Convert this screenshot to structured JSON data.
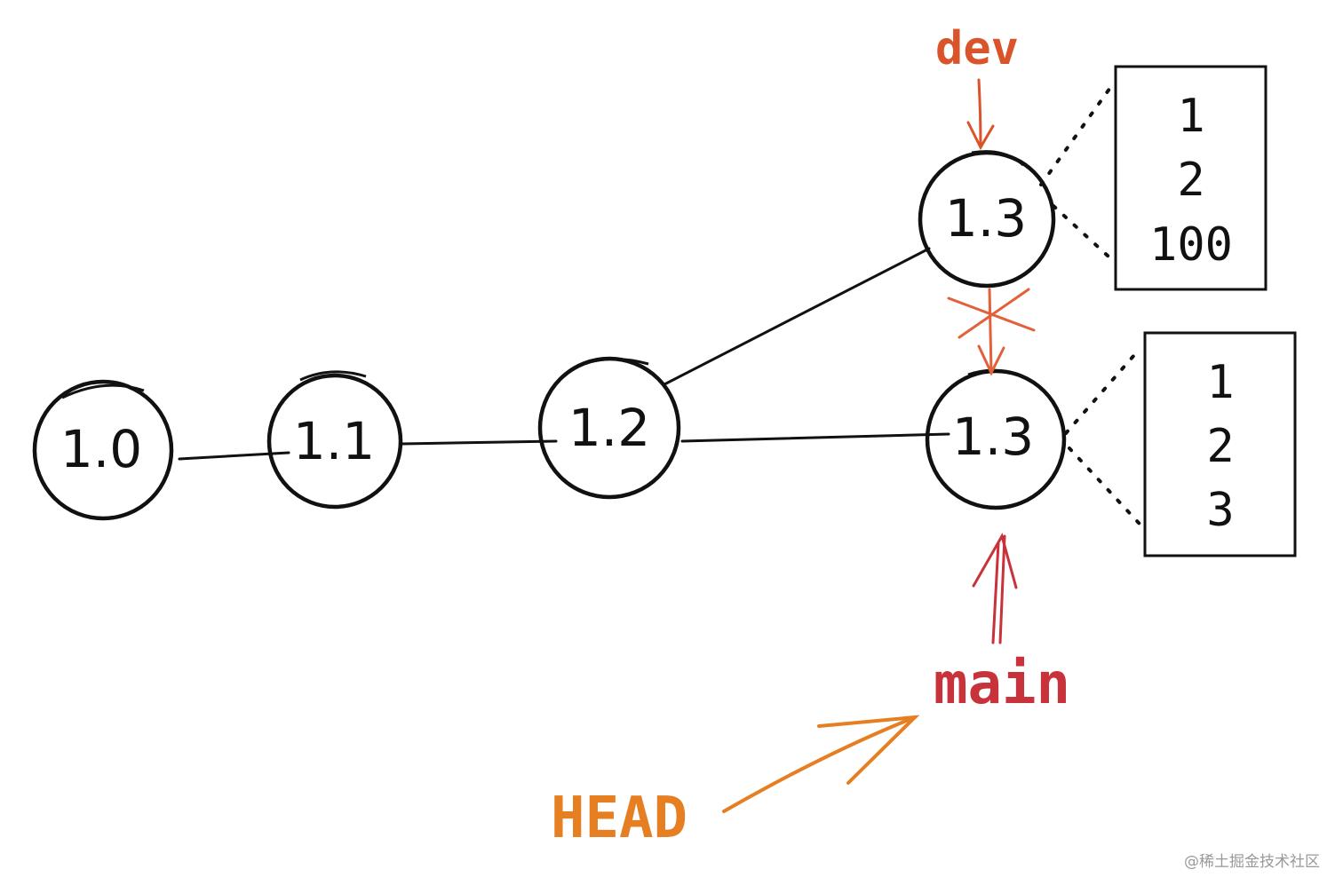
{
  "commits": {
    "c10": "1.0",
    "c11": "1.1",
    "c12": "1.2",
    "c13_dev": "1.3",
    "c13_main": "1.3"
  },
  "files": {
    "dev": [
      "1",
      "2",
      "100"
    ],
    "main": [
      "1",
      "2",
      "3"
    ]
  },
  "branches": {
    "dev": "dev",
    "main": "main"
  },
  "head": "HEAD",
  "watermark": "@稀土掘金技术社区",
  "colors": {
    "ink": "#111111",
    "dev": "#d9542b",
    "main": "#c8323a",
    "head": "#e67e22",
    "watermark": "#999999"
  }
}
